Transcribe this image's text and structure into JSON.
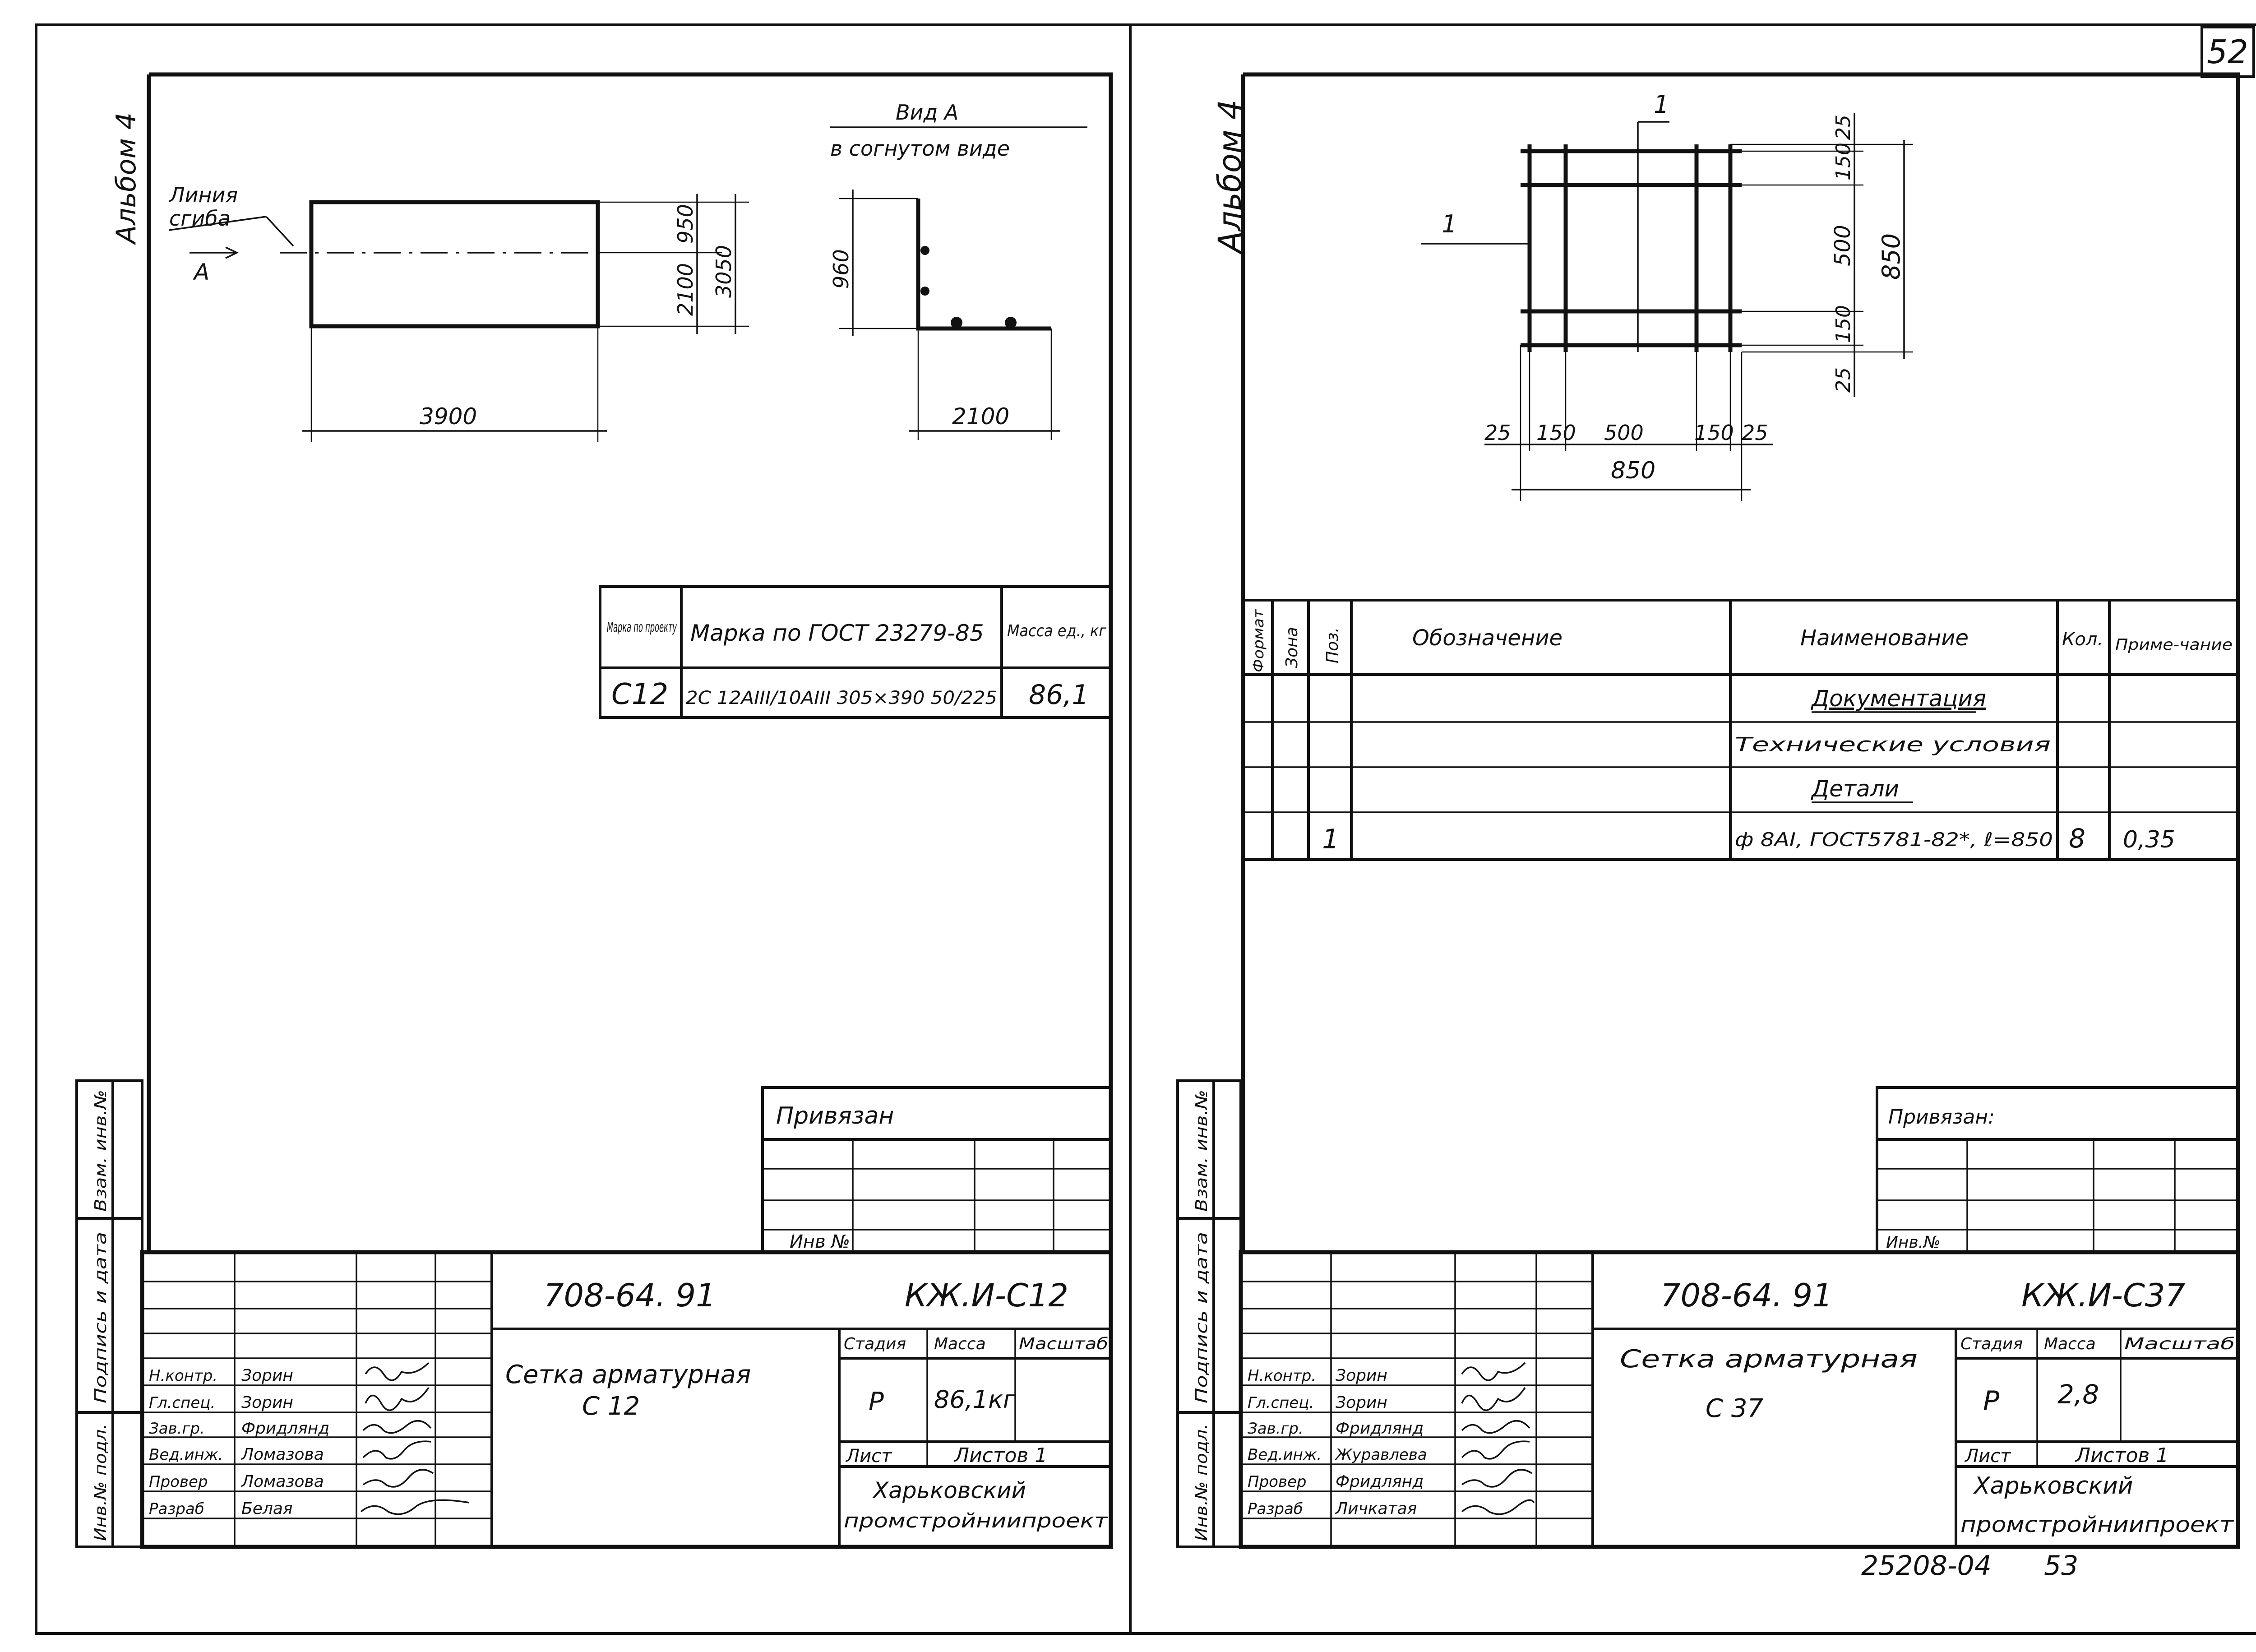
{
  "page_number": "52",
  "footer": {
    "code": "25208-04",
    "page": "53"
  },
  "left_sheet": {
    "album": "Альбом 4",
    "bend_label": [
      "Линия",
      "сгиба"
    ],
    "view_marker": "А",
    "view_title": [
      "Вид А",
      "в согнутом виде"
    ],
    "dims": {
      "w3900": "3900",
      "h2100": "2100",
      "h950": "950",
      "h3050": "3050",
      "v960": "960",
      "b2100": "2100"
    },
    "mark_table": {
      "headers": [
        "Марка по проекту",
        "Марка по ГОСТ 23279-85",
        "Масса ед., кг"
      ],
      "row": {
        "project": "С12",
        "gost": "2С 12АIII/10АIII 305×390 50/225",
        "mass": "86,1"
      }
    },
    "attached": {
      "title": "Привязан",
      "inv": "Инв №"
    },
    "side_stamp": [
      "Взам. инв.№",
      "Подпись и дата",
      "Инв.№ подл."
    ],
    "title_block": {
      "code": "708-64. 91",
      "sheet_code": "КЖ.И-С12",
      "name": [
        "Сетка арматурная",
        "С 12"
      ],
      "col_stage": "Стадия",
      "col_mass": "Масса",
      "col_scale": "Масштаб",
      "stage": "Р",
      "mass": "86,1кг",
      "sheet": "Лист",
      "sheets": "Листов 1",
      "org": [
        "Харьковский",
        "промстройниипроект"
      ],
      "staff": [
        {
          "role": "Н.контр.",
          "name": "Зорин"
        },
        {
          "role": "Гл.спец.",
          "name": "Зорин"
        },
        {
          "role": "Зав.гр.",
          "name": "Фридлянд"
        },
        {
          "role": "Вед.инж.",
          "name": "Ломазова"
        },
        {
          "role": "Провер",
          "name": "Ломазова"
        },
        {
          "role": "Разраб",
          "name": "Белая"
        }
      ]
    }
  },
  "right_sheet": {
    "album": "Альбом 4",
    "section_mark": "1",
    "dims": {
      "r25a": "25",
      "r150a": "150",
      "r500": "500",
      "r150b": "150",
      "r25b": "25",
      "r850": "850",
      "b25a": "25",
      "b150a": "150",
      "b500": "500",
      "b150b": "150",
      "b25b": "25",
      "b850": "850"
    },
    "spec_table": {
      "headers": [
        "Формат",
        "Зона",
        "Поз.",
        "Обозначение",
        "Наименование",
        "Кол.",
        "Приме-чание"
      ],
      "rows": [
        {
          "pos": "",
          "designation": "",
          "name": "Документация",
          "qty": "",
          "note": ""
        },
        {
          "pos": "",
          "designation": "",
          "name": "Технические условия",
          "qty": "",
          "note": ""
        },
        {
          "pos": "",
          "designation": "",
          "name": "Детали",
          "qty": "",
          "note": ""
        },
        {
          "pos": "1",
          "designation": "",
          "name": "ф 8АI, ГОСТ5781-82*, ℓ=850",
          "qty": "8",
          "note": "0,35"
        }
      ]
    },
    "attached": {
      "title": "Привязан:",
      "inv": "Инв.№"
    },
    "side_stamp": [
      "Взам. инв.№",
      "Подпись и дата",
      "Инв.№ подл."
    ],
    "title_block": {
      "code": "708-64. 91",
      "sheet_code": "КЖ.И-С37",
      "name": [
        "Сетка арматурная",
        "С 37"
      ],
      "col_stage": "Стадия",
      "col_mass": "Масса",
      "col_scale": "Масштаб",
      "stage": "Р",
      "mass": "2,8",
      "sheet": "Лист",
      "sheets": "Листов 1",
      "org": [
        "Харьковский",
        "промстройниипроект"
      ],
      "staff": [
        {
          "role": "Н.контр.",
          "name": "Зорин"
        },
        {
          "role": "Гл.спец.",
          "name": "Зорин"
        },
        {
          "role": "Зав.гр.",
          "name": "Фридлянд"
        },
        {
          "role": "Вед.инж.",
          "name": "Журавлева"
        },
        {
          "role": "Провер",
          "name": "Фридлянд"
        },
        {
          "role": "Разраб",
          "name": "Личкатая"
        }
      ]
    }
  }
}
